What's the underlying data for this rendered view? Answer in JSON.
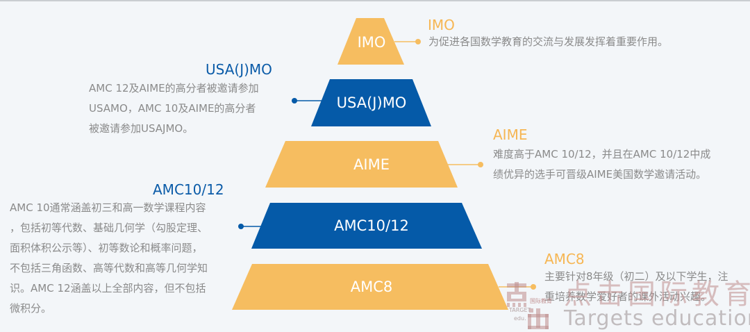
{
  "colors": {
    "orange": "#f6bd60",
    "blue": "#055aa8",
    "orange_title": "#f6b653",
    "blue_title": "#0a5ba8",
    "desc_text": "#8a8a8a",
    "background": "#f3f6f9"
  },
  "pyramid": {
    "tiers": [
      {
        "id": "imo",
        "label": "IMO",
        "color": "orange",
        "title": "IMO",
        "description": [
          "为促进各国数学教育的交流与发展发挥着重要作用。"
        ],
        "side": "right"
      },
      {
        "id": "usajmo",
        "label": "USA(J)MO",
        "color": "blue",
        "title": "USA(J)MO",
        "description": [
          "AMC 12及AIME的高分者被邀请参加",
          "USAMO，AMC 10及AIME的高分者",
          "被邀请参加USAJMO。"
        ],
        "side": "left"
      },
      {
        "id": "aime",
        "label": "AIME",
        "color": "orange",
        "title": "AIME",
        "description": [
          "难度高于AMC 10/12，并且在AMC 10/12中成",
          "绩优异的选手可晋级AIME美国数学邀请活动。"
        ],
        "side": "right"
      },
      {
        "id": "amc1012",
        "label": "AMC10/12",
        "color": "blue",
        "title": "AMC10/12",
        "description": [
          "AMC 10通常涵盖初三和高一数学课程内容",
          "，包括初等代数、基础几何学（勾股定理、",
          "面积体积公示等）、初等数论和概率问题，",
          "不包括三角函数、高等代数和高等几何学知",
          "识。AMC 12涵盖以上全部内容，但不包括",
          "微积分。"
        ],
        "side": "left"
      },
      {
        "id": "amc8",
        "label": "AMC8",
        "color": "orange",
        "title": "AMC8",
        "description": [
          "主要针对8年级（初二）及以下学生，注",
          "重培养数学爱好者的课外活动兴趣。"
        ],
        "side": "right"
      }
    ]
  },
  "watermark": {
    "cn": "点击国际教育",
    "en": "Targets education",
    "logo_small": "国际教育",
    "logo_target": "TARGET",
    "logo_edu": "edu."
  }
}
